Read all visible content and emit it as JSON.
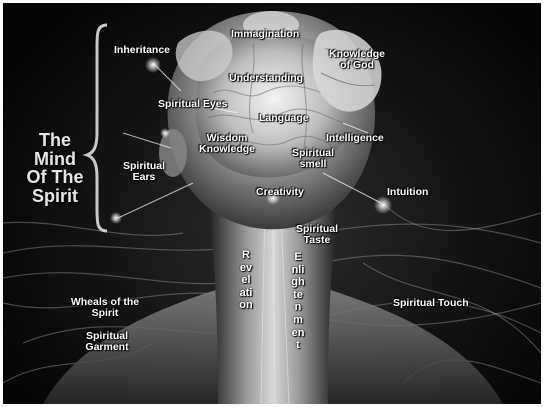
{
  "title": "The\nMind\nOf The\nSpirit",
  "labels": {
    "inheritance": "Inheritance",
    "immagination": "Immagination",
    "knowledge_of_god": "Knowledge\nof God",
    "understanding": "Understanding",
    "spiritual_eyes": "Spiritual Eyes",
    "language": "Language",
    "wisdom_knowledge": "Wisdom\nKnowledge",
    "intelligence": "Intelligence",
    "spiritual_smell": "Spiritual\nsmell",
    "spiritual_ears": "Spiritual\nEars",
    "creativity": "Creativity",
    "intuition": "Intuition",
    "spiritual_taste": "Spiritual\nTaste",
    "wheals_of_the_spirit": "Wheals of the\nSpirit",
    "spiritual_touch": "Spiritual Touch",
    "spiritual_garment": "Spiritual\nGarment",
    "revelation": "Revelation",
    "enlightenment": "Enlightenment"
  },
  "colors": {
    "background": "#0a0a0a",
    "text": "#ffffff",
    "figure": "#cfcfcf"
  }
}
